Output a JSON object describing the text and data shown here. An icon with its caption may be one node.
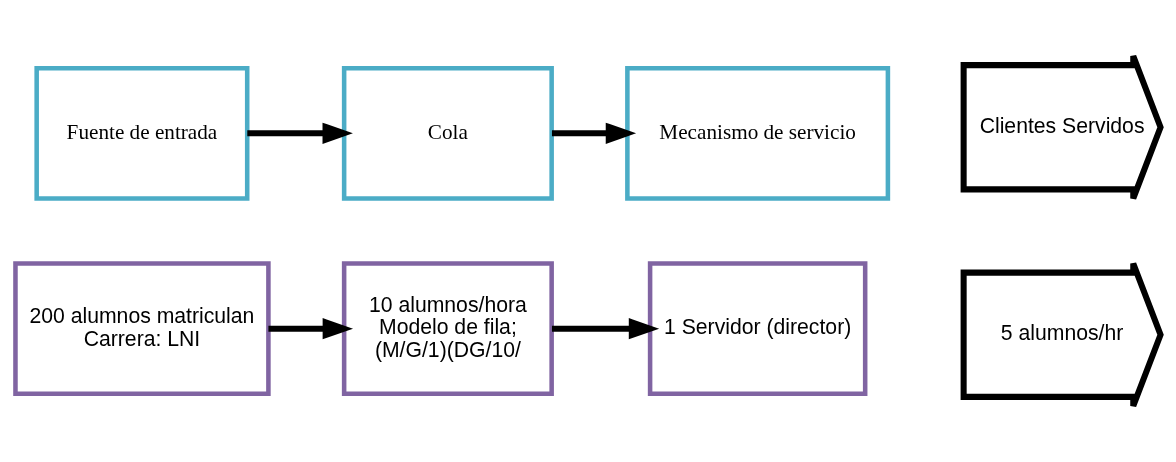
{
  "diagram": {
    "nodes": [
      {
        "text": [
          "Fuente de entrada"
        ]
      },
      {
        "text": [
          "Cola"
        ]
      },
      {
        "text": [
          "Mecanismo de servicio"
        ]
      },
      {
        "text": [
          "Clientes Servidos"
        ]
      },
      {
        "text": [
          "200 alumnos matriculan",
          "Carrera: LNI"
        ]
      },
      {
        "text": [
          "10 alumnos/hora",
          "Modelo de fila;",
          "(M/G/1)(DG/10/"
        ]
      },
      {
        "text": [
          "1 Servidor (director)"
        ]
      },
      {
        "text": [
          "5 alumnos/hr"
        ]
      }
    ],
    "edges": [
      {
        "from": 0,
        "to": 1,
        "arrow": "to"
      },
      {
        "from": 1,
        "to": 2,
        "arrow": "to"
      },
      {
        "from": 4,
        "to": 5,
        "arrow": "to"
      },
      {
        "from": 5,
        "to": 6,
        "arrow": "to"
      }
    ]
  }
}
